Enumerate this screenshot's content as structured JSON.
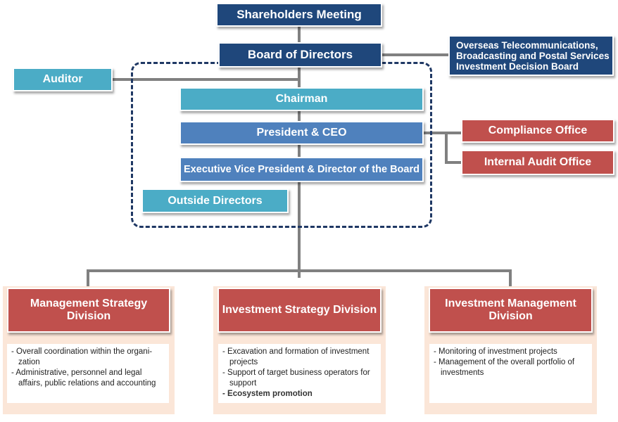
{
  "nodes": {
    "shareholders": "Shareholders Meeting",
    "board": "Board of Directors",
    "overseas": "Overseas Telecommunications, Broadcasting and Postal Services Investment Decision Board",
    "auditor": "Auditor",
    "chairman": "Chairman",
    "president": "President & CEO",
    "evp": "Executive Vice President & Director of the Board",
    "outside": "Outside Directors",
    "compliance": "Compliance Office",
    "internal_audit": "Internal Audit Office"
  },
  "divisions": [
    {
      "title": "Management Strategy Division",
      "items": [
        "Overall coordination within the organi-zation",
        "Administrative, personnel and legal affairs, public relations and accounting"
      ]
    },
    {
      "title": "Investment Strategy Division",
      "items": [
        "Excavation and formation of investment projects",
        "Support of target business operators for support",
        "Ecosystem promotion"
      ]
    },
    {
      "title": "Investment Management Division",
      "items": [
        "Monitoring of investment projects",
        "Management of the overall portfolio of investments"
      ]
    }
  ],
  "colors": {
    "navy": "#1f477b",
    "teal": "#4bacc6",
    "steel": "#4f81bd",
    "red": "#c0504d",
    "connector": "#808080",
    "panel": "#fbe6d8"
  }
}
